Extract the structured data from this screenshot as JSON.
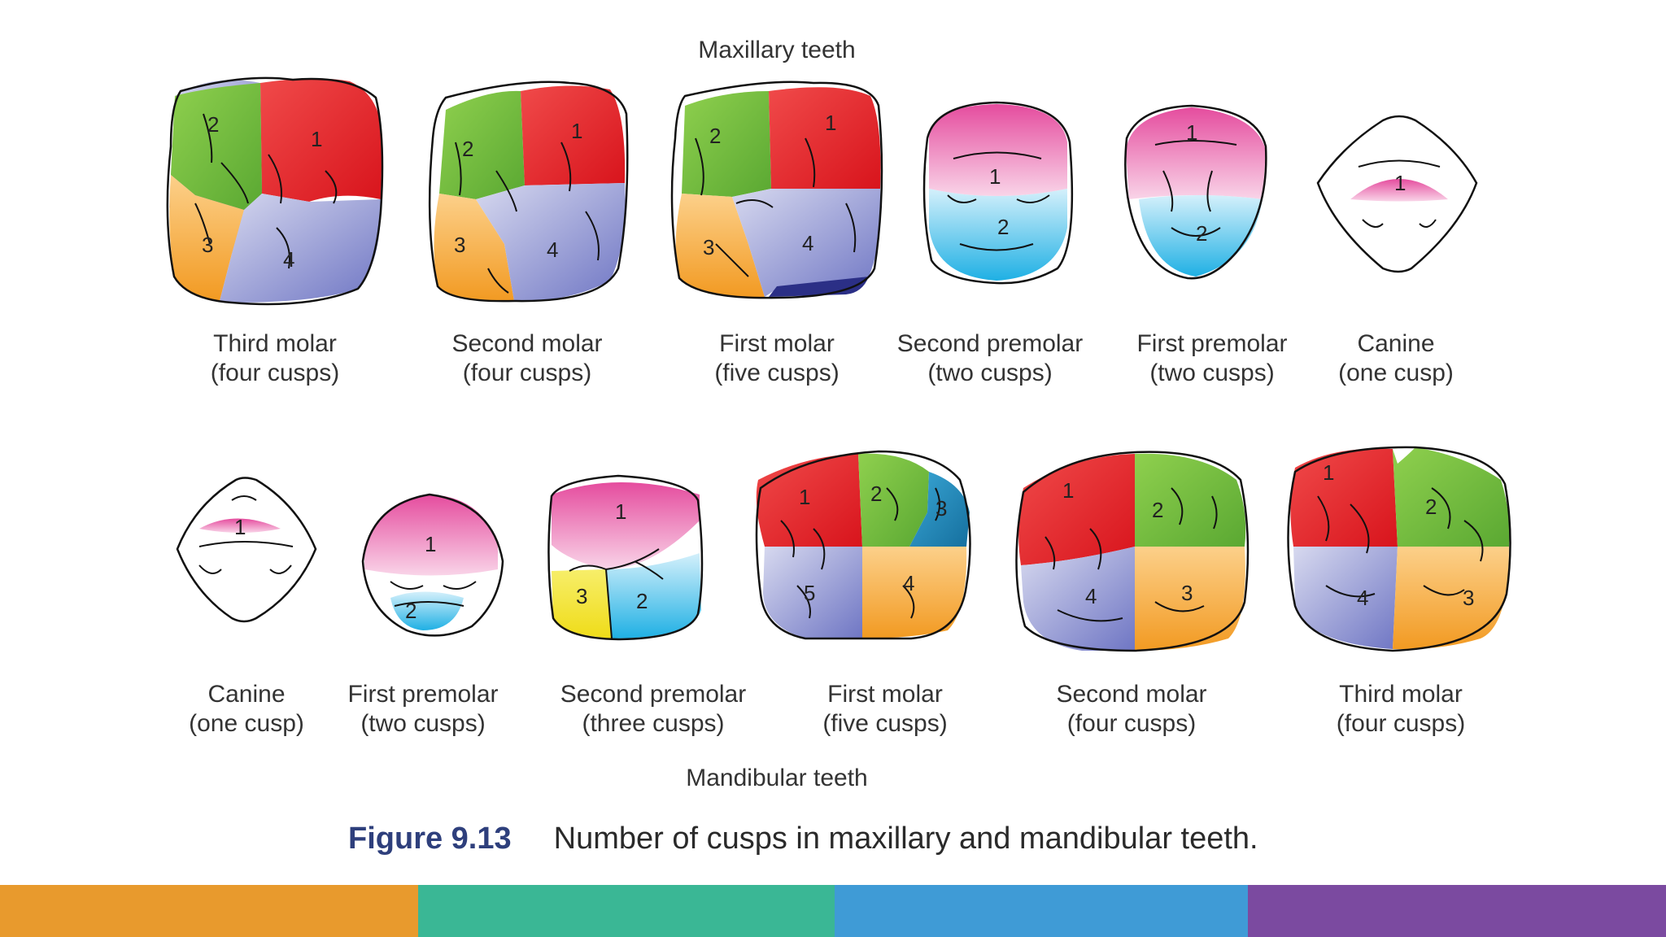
{
  "maxillary_title": "Maxillary teeth",
  "mandibular_title": "Mandibular teeth",
  "maxillary_teeth": [
    {
      "line1": "Third molar",
      "line2": "(four cusps)",
      "cusps": [
        "2",
        "1",
        "3",
        "4"
      ]
    },
    {
      "line1": "Second molar",
      "line2": "(four cusps)",
      "cusps": [
        "2",
        "1",
        "3",
        "4"
      ]
    },
    {
      "line1": "First molar",
      "line2": "(five cusps)",
      "cusps": [
        "2",
        "1",
        "3",
        "4"
      ]
    },
    {
      "line1": "Second premolar",
      "line2": "(two cusps)",
      "cusps": [
        "1",
        "2"
      ]
    },
    {
      "line1": "First premolar",
      "line2": "(two cusps)",
      "cusps": [
        "1",
        "2"
      ]
    },
    {
      "line1": "Canine",
      "line2": "(one cusp)",
      "cusps": [
        "1"
      ]
    }
  ],
  "mandibular_teeth": [
    {
      "line1": "Canine",
      "line2": "(one cusp)",
      "cusps": [
        "1"
      ]
    },
    {
      "line1": "First premolar",
      "line2": "(two cusps)",
      "cusps": [
        "1",
        "2"
      ]
    },
    {
      "line1": "Second premolar",
      "line2": "(three cusps)",
      "cusps": [
        "1",
        "3",
        "2"
      ]
    },
    {
      "line1": "First molar",
      "line2": "(five cusps)",
      "cusps": [
        "1",
        "2",
        "3",
        "5",
        "4"
      ]
    },
    {
      "line1": "Second molar",
      "line2": "(four cusps)",
      "cusps": [
        "1",
        "2",
        "4",
        "3"
      ]
    },
    {
      "line1": "Third molar",
      "line2": "(four cusps)",
      "cusps": [
        "1",
        "2",
        "4",
        "3"
      ]
    }
  ],
  "caption": {
    "figure_label": "Figure 9.13",
    "text": "Number of cusps in maxillary and mandibular teeth."
  },
  "colors": {
    "red": "#e8262a",
    "green": "#7cc242",
    "orange": "#f6a93b",
    "blue": "#8d93d1",
    "pink": "#e85aa6",
    "cyan": "#27b6e6",
    "yellow": "#f3e634",
    "teal": "#1a8bc1",
    "caption_blue": "#2e3f7c",
    "footer": [
      "#e89a2d",
      "#3ab795",
      "#3f9bd6",
      "#7b4aa0"
    ]
  }
}
